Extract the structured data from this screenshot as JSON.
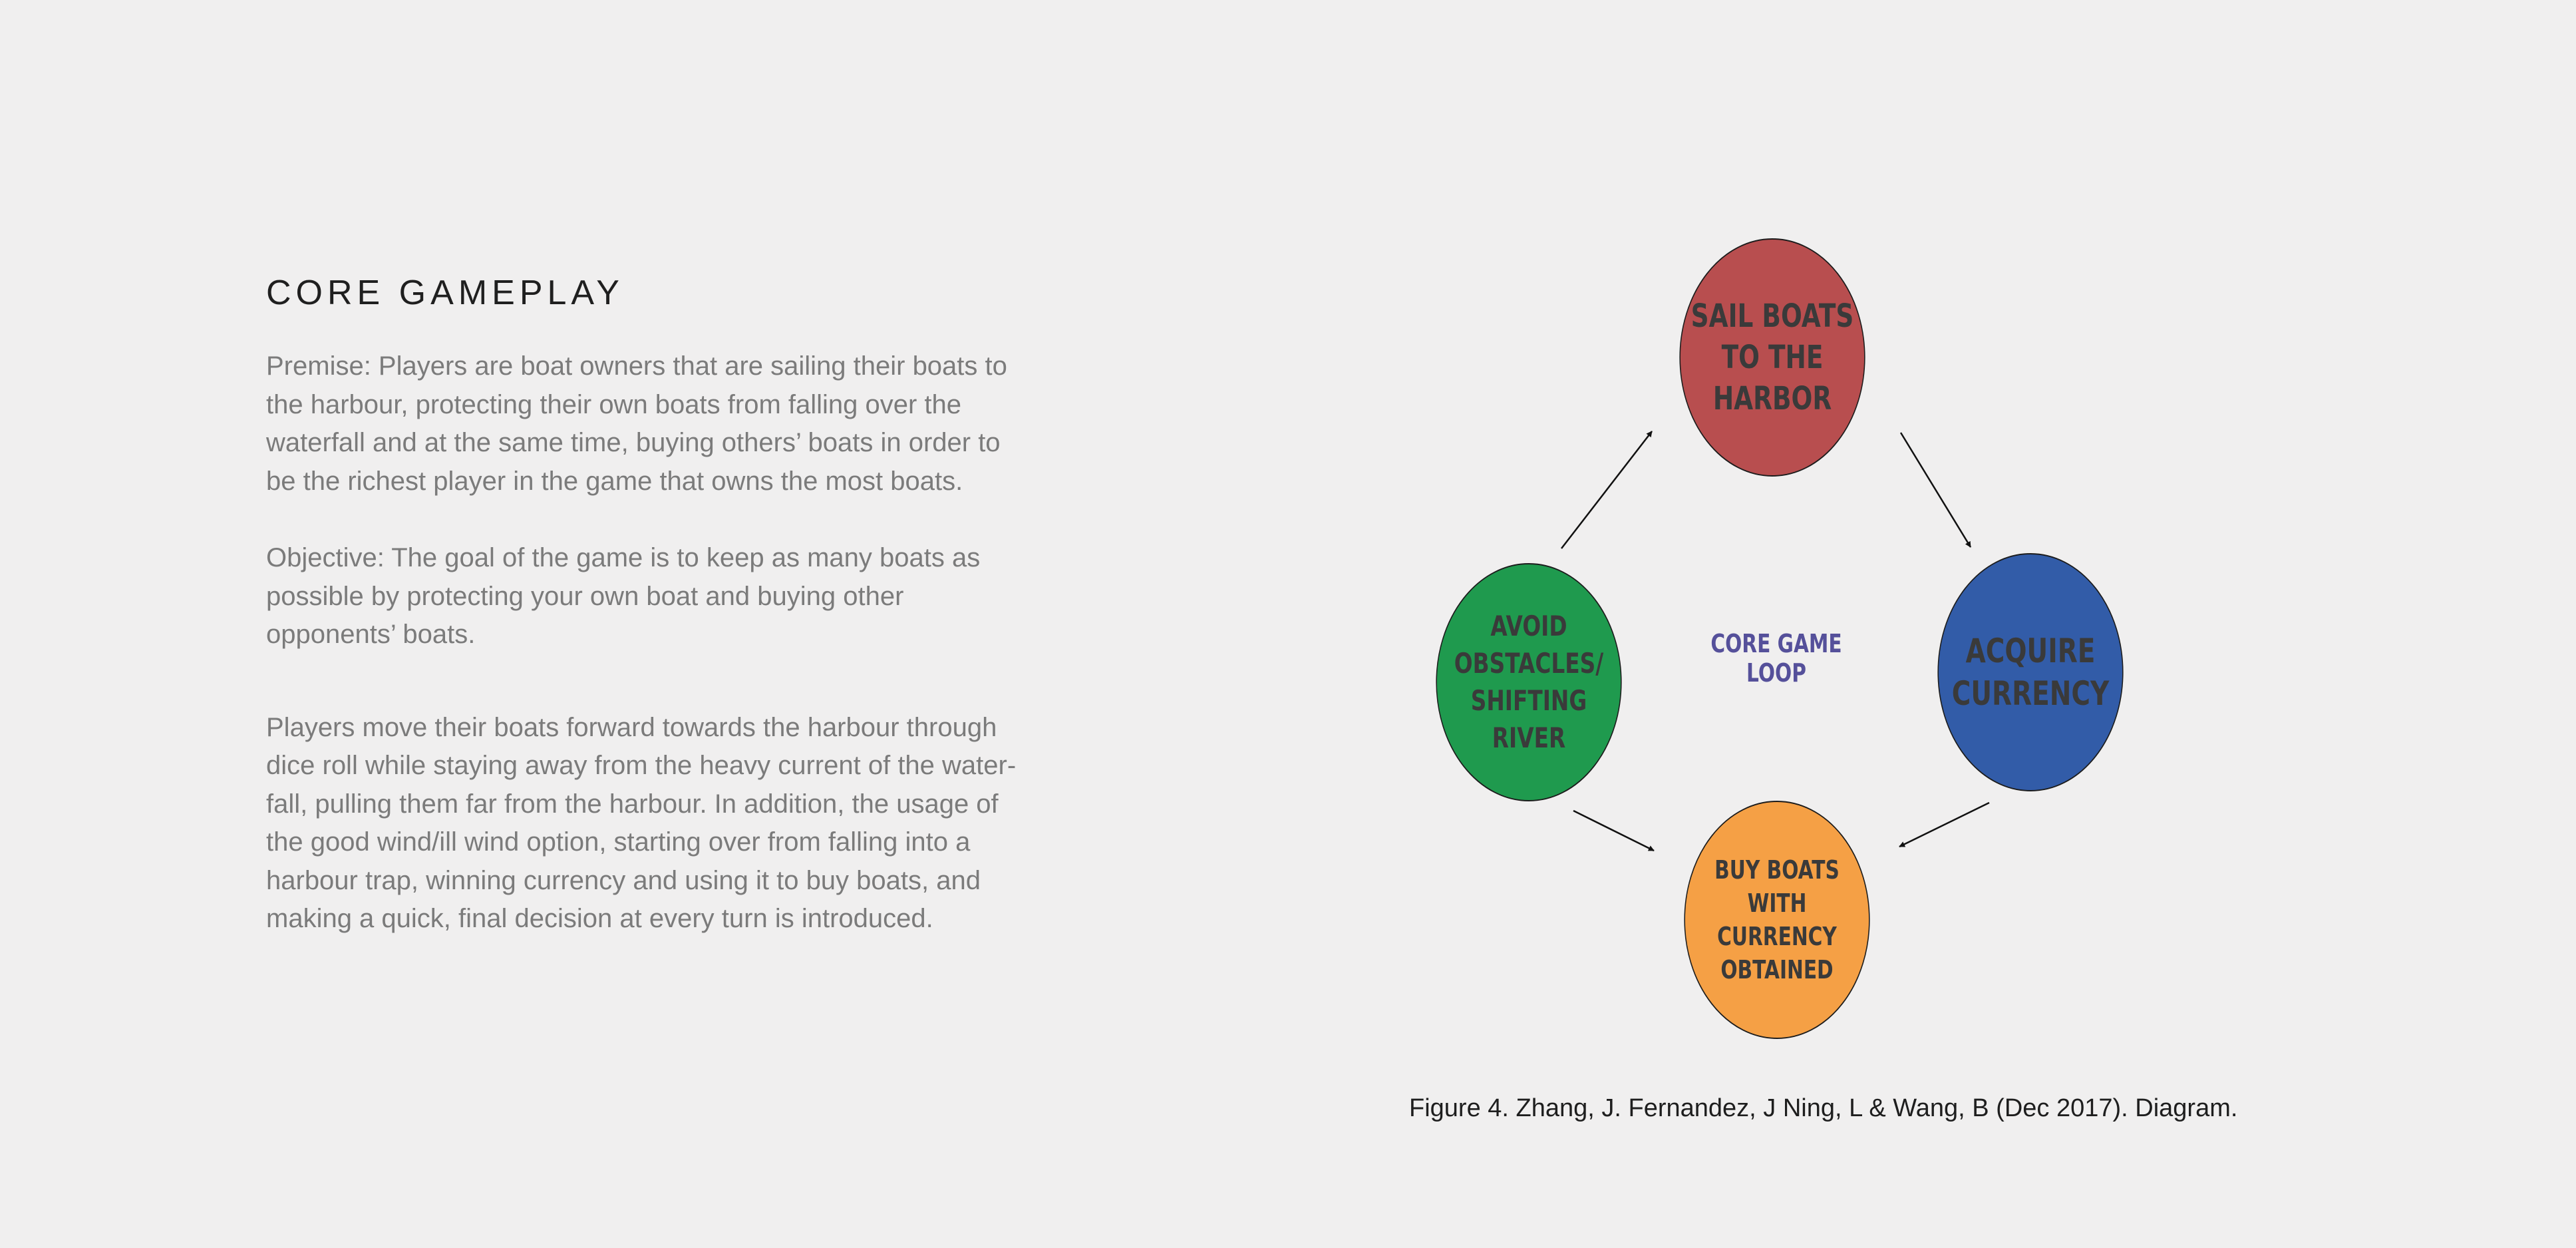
{
  "heading": "CORE GAMEPLAY",
  "paragraphs": {
    "premise": "Premise: Players are boat owners that are sailing their boats to\nthe harbour, protecting their own boats from falling over the\nwaterfall and at the same time, buying others’ boats in order to\nbe the richest player in the game that owns the most boats.",
    "objective": "Objective: The goal of the game is to keep as many boats as\npossible by protecting your own boat and buying other\nopponents’ boats.",
    "movement": "Players move their boats forward towards the harbour through\ndice roll while staying away from the heavy current of the water-\nfall, pulling them far from the harbour. In addition, the usage of\nthe good wind/ill wind option, starting over from falling into a\nharbour trap, winning currency and using it to buy boats, and\nmaking a quick, final decision at every turn is introduced."
  },
  "diagram": {
    "center_label": "CORE GAME LOOP",
    "nodes": {
      "sail": {
        "label": "SAIL BOATS\nTO THE HARBOR",
        "color": "#b84e4f"
      },
      "currency": {
        "label": "ACQUIRE\nCURRENCY",
        "color": "#325ca8"
      },
      "buy": {
        "label": "BUY BOATS\nWITH CURRENCY\nOBTAINED",
        "color": "#f5a045"
      },
      "avoid": {
        "label": "AVOID OBSTACLES/\nSHIFTING RIVER",
        "color": "#1f9a4e"
      }
    },
    "edges": [
      {
        "from": "sail",
        "to": "currency"
      },
      {
        "from": "currency",
        "to": "buy"
      },
      {
        "from": "avoid",
        "to": "buy"
      },
      {
        "from": "avoid",
        "to": "sail"
      }
    ],
    "center_label_color": "#55509a"
  },
  "caption": "Figure 4. Zhang, J. Fernandez, J Ning, L & Wang, B (Dec 2017). Diagram."
}
